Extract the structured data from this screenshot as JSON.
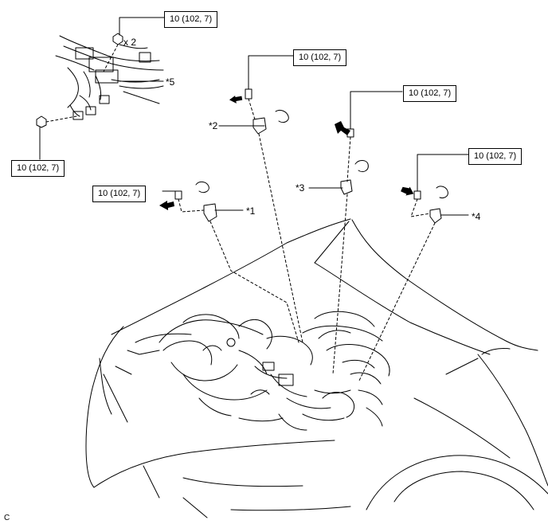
{
  "torque_specs": [
    {
      "id": "t1",
      "text": "10 (102, 7)"
    },
    {
      "id": "t2",
      "text": "10 (102, 7)"
    },
    {
      "id": "t3",
      "text": "10 (102, 7)"
    },
    {
      "id": "t4",
      "text": "10 (102, 7)"
    },
    {
      "id": "t5",
      "text": "10 (102, 7)"
    },
    {
      "id": "t6",
      "text": "10 (102, 7)"
    }
  ],
  "callouts": {
    "c1": "*1",
    "c2": "*2",
    "c3": "*3",
    "c4": "*4",
    "c5": "*5"
  },
  "quantity": "x 2",
  "figure_code": "C"
}
